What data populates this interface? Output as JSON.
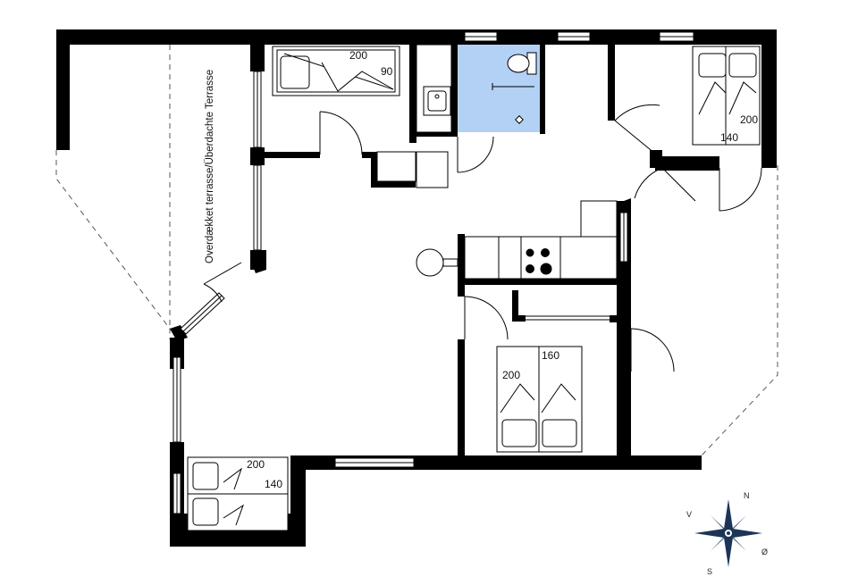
{
  "terrace_label": "Overdækket terrasse/Überdachte Terrasse",
  "beds": {
    "bunk_top": {
      "length": "200",
      "width": "90"
    },
    "bedroom_ne": {
      "length": "200",
      "width": "140"
    },
    "bedroom_center": {
      "length": "200",
      "width": "160"
    },
    "bedroom_sw": {
      "length": "200",
      "width": "140"
    }
  },
  "compass": {
    "north": "N",
    "east": "Ø",
    "south": "S",
    "west": "V"
  },
  "colors": {
    "wall": "#000000",
    "bathroom": "#b3d1f5",
    "compass": "#1c3557"
  }
}
